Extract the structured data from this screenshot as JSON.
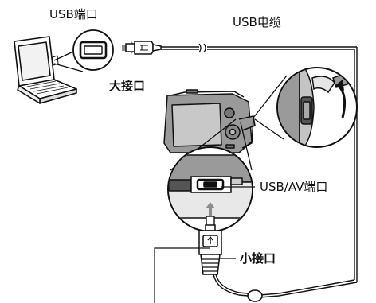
{
  "labels": {
    "usb_port": "USB端口",
    "usb_cable": "USB电缆",
    "large_connector": "大接口",
    "usb_av_port": "USB/AV端口",
    "small_connector": "小接口"
  },
  "colors": {
    "line": "#111111",
    "device_gray": "#9a9a9a",
    "device_dark": "#555555",
    "screen_gray": "#c4c4c4",
    "arrow_gray": "#8c8c8c"
  },
  "icons": [
    "laptop-icon",
    "camera-icon",
    "usb-plug-icon",
    "curved-arrow-icon",
    "insert-arrow-icon"
  ]
}
